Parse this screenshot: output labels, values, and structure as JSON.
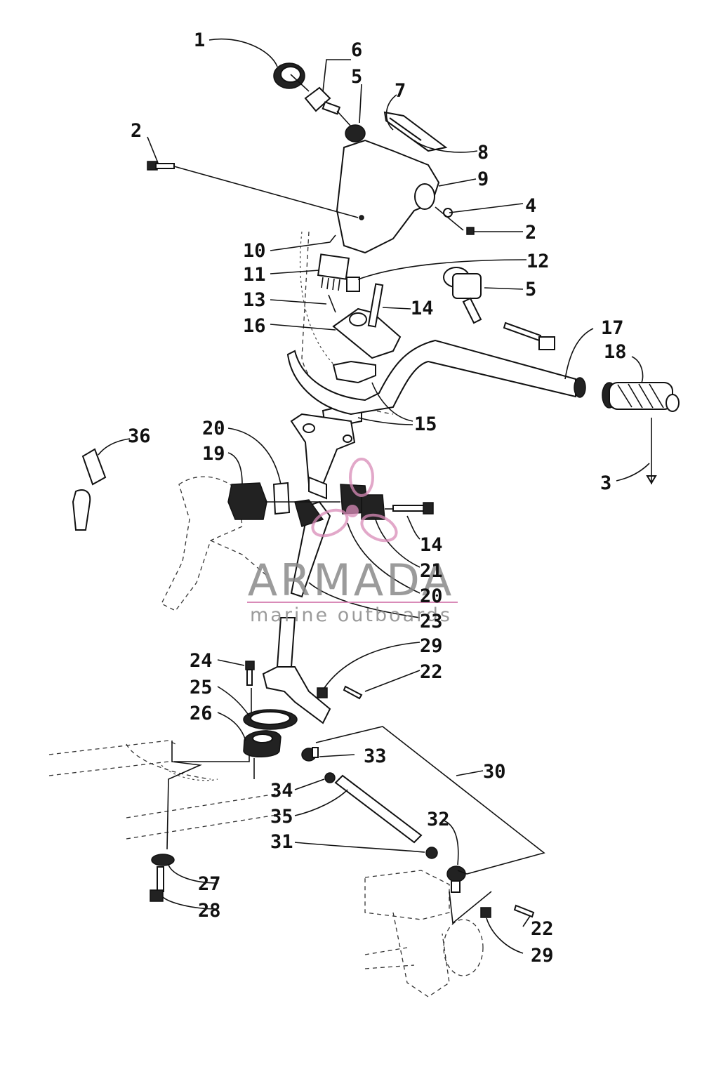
{
  "watermark": {
    "brand": "ARMADA",
    "tagline": "marine outboards",
    "accent_color": "#d98bb8",
    "text_color": "#8a8a8a"
  },
  "labels": [
    {
      "id": "l1",
      "text": "1"
    },
    {
      "id": "l6",
      "text": "6"
    },
    {
      "id": "l5a",
      "text": "5"
    },
    {
      "id": "l7",
      "text": "7"
    },
    {
      "id": "l2a",
      "text": "2"
    },
    {
      "id": "l8",
      "text": "8"
    },
    {
      "id": "l9",
      "text": "9"
    },
    {
      "id": "l4",
      "text": "4"
    },
    {
      "id": "l2b",
      "text": "2"
    },
    {
      "id": "l10",
      "text": "10"
    },
    {
      "id": "l12",
      "text": "12"
    },
    {
      "id": "l11",
      "text": "11"
    },
    {
      "id": "l5b",
      "text": "5"
    },
    {
      "id": "l13",
      "text": "13"
    },
    {
      "id": "l14a",
      "text": "14"
    },
    {
      "id": "l16",
      "text": "16"
    },
    {
      "id": "l17",
      "text": "17"
    },
    {
      "id": "l18",
      "text": "18"
    },
    {
      "id": "l15",
      "text": "15"
    },
    {
      "id": "l36",
      "text": "36"
    },
    {
      "id": "l20a",
      "text": "20"
    },
    {
      "id": "l19",
      "text": "19"
    },
    {
      "id": "l3",
      "text": "3"
    },
    {
      "id": "l14b",
      "text": "14"
    },
    {
      "id": "l21",
      "text": "21"
    },
    {
      "id": "l20b",
      "text": "20"
    },
    {
      "id": "l23",
      "text": "23"
    },
    {
      "id": "l29a",
      "text": "29"
    },
    {
      "id": "l24",
      "text": "24"
    },
    {
      "id": "l22a",
      "text": "22"
    },
    {
      "id": "l25",
      "text": "25"
    },
    {
      "id": "l26",
      "text": "26"
    },
    {
      "id": "l33",
      "text": "33"
    },
    {
      "id": "l30",
      "text": "30"
    },
    {
      "id": "l34",
      "text": "34"
    },
    {
      "id": "l35",
      "text": "35"
    },
    {
      "id": "l32",
      "text": "32"
    },
    {
      "id": "l31",
      "text": "31"
    },
    {
      "id": "l27",
      "text": "27"
    },
    {
      "id": "l22b",
      "text": "22"
    },
    {
      "id": "l28",
      "text": "28"
    },
    {
      "id": "l29b",
      "text": "29"
    }
  ]
}
